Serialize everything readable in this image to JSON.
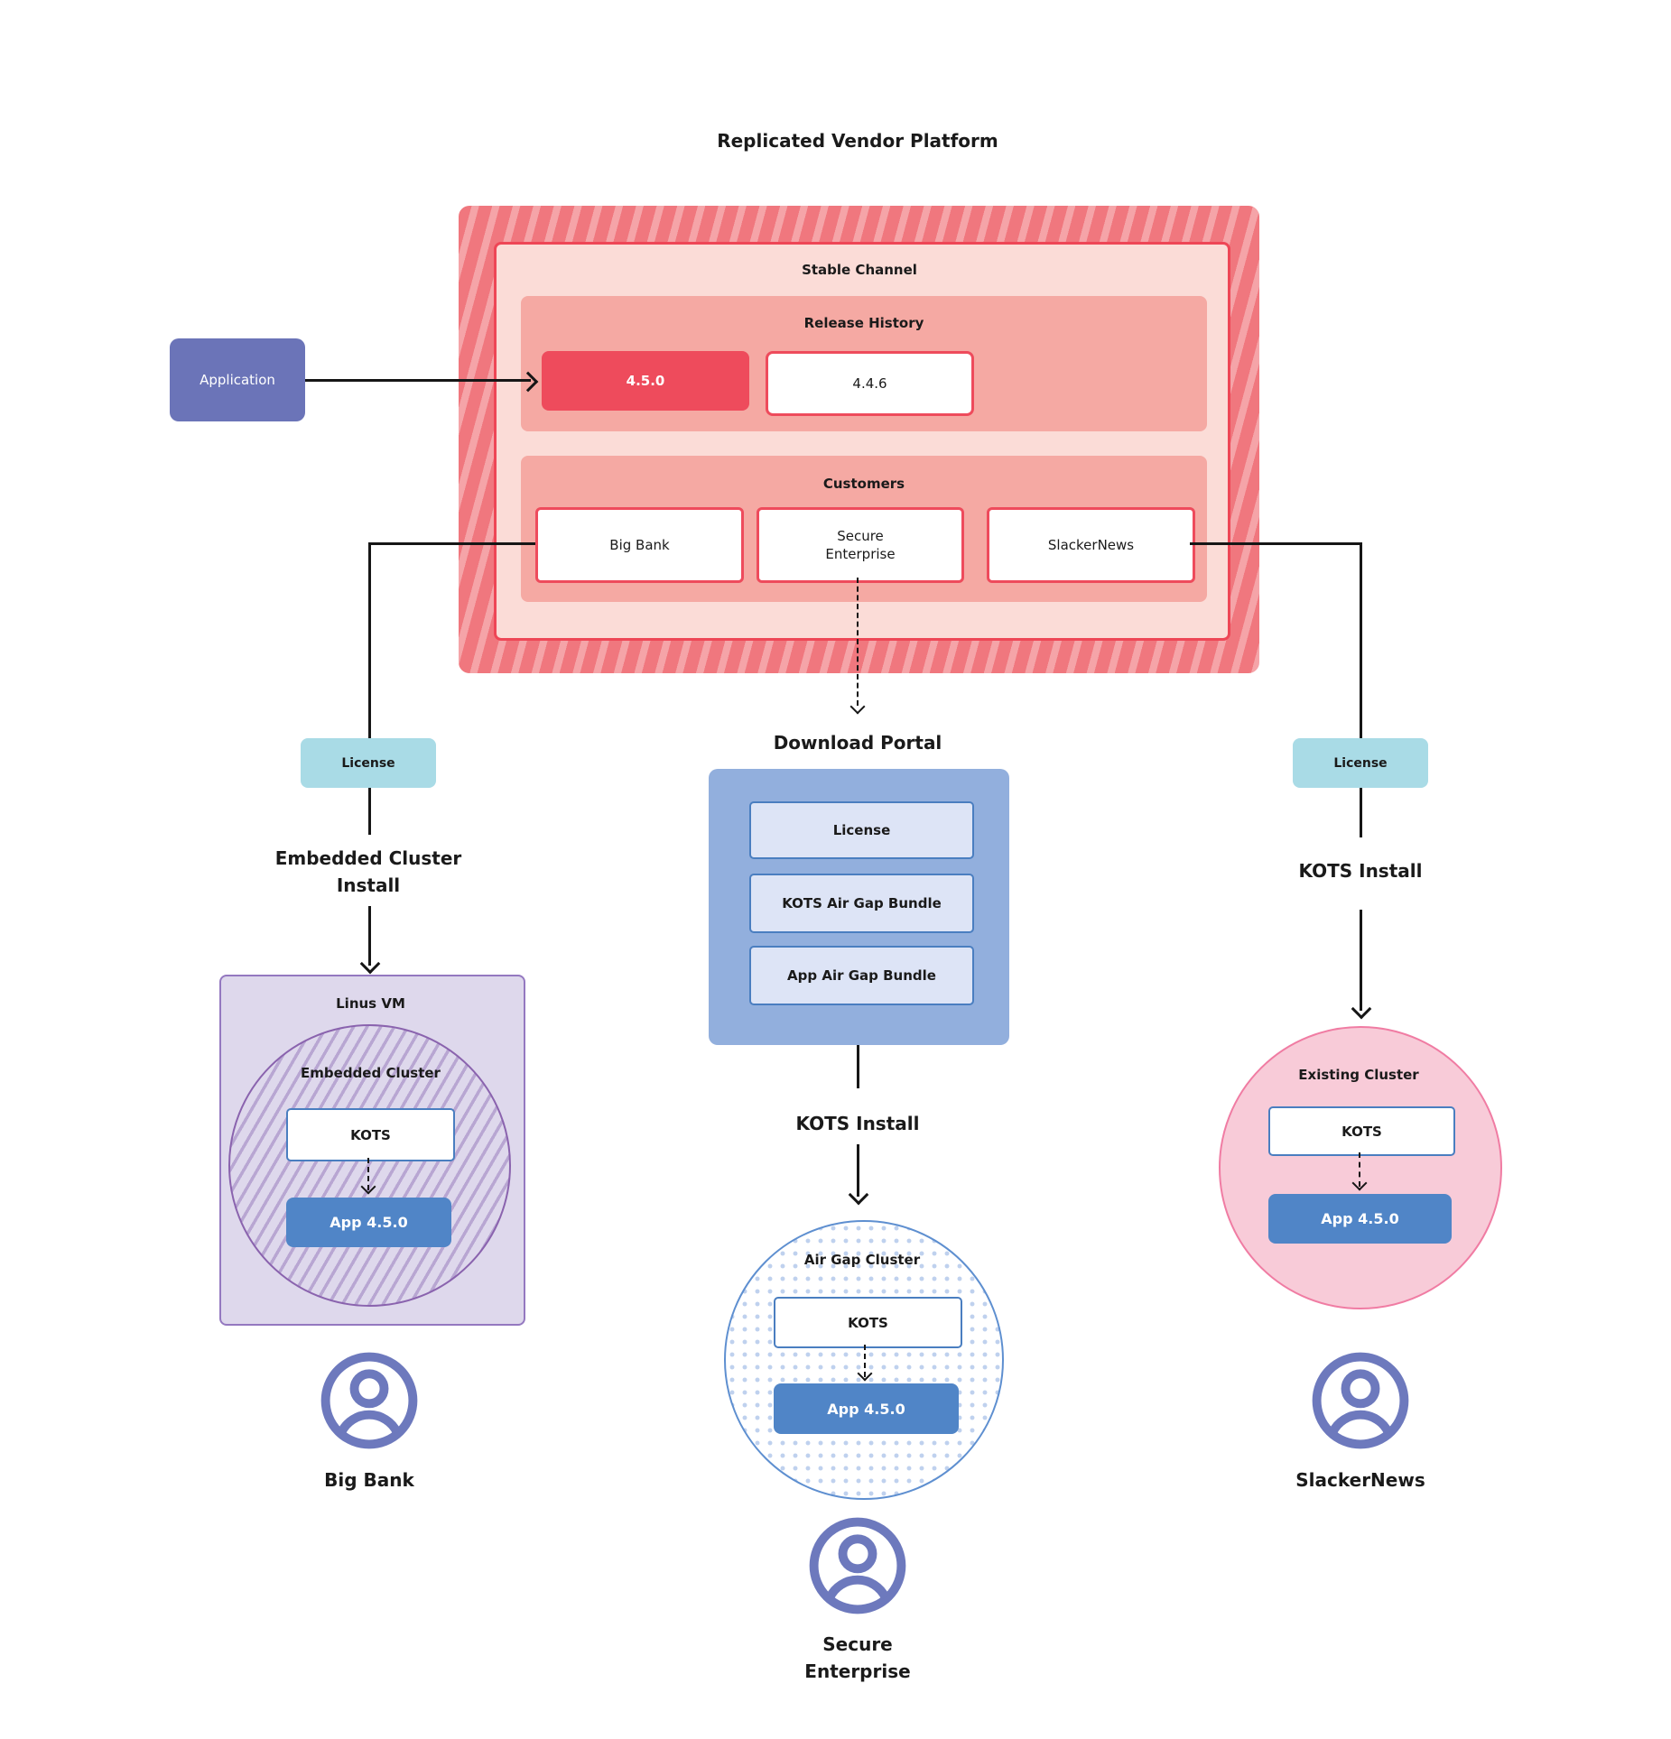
{
  "title": "Replicated Vendor Platform",
  "platform": {
    "stable_channel_label": "Stable Channel",
    "release_history": {
      "label": "Release History",
      "releases": [
        "4.5.0",
        "4.4.6"
      ]
    },
    "customers": {
      "label": "Customers",
      "items": [
        "Big Bank",
        "Secure Enterprise",
        "SlackerNews"
      ]
    }
  },
  "application_label": "Application",
  "download_portal": {
    "title": "Download Portal",
    "items": [
      "License",
      "KOTS Air Gap Bundle",
      "App Air Gap Bundle"
    ]
  },
  "flows": {
    "left": {
      "license": "License",
      "install": "Embedded Cluster Install",
      "vm_title": "Linus VM",
      "cluster_title": "Embedded Cluster",
      "kots": "KOTS",
      "app": "App 4.5.0",
      "user": "Big Bank"
    },
    "center": {
      "install": "KOTS Install",
      "cluster_title": "Air Gap Cluster",
      "kots": "KOTS",
      "app": "App 4.5.0",
      "user": "Secure Enterprise"
    },
    "right": {
      "license": "License",
      "install": "KOTS Install",
      "cluster_title": "Existing Cluster",
      "kots": "KOTS",
      "app": "App 4.5.0",
      "user": "SlackerNews"
    }
  },
  "colors": {
    "accent_red": "#ee4b5c",
    "stripe_red": "#f0777e",
    "panel_pink": "#fbdcd7",
    "panel_salmon": "#f5a9a3",
    "application_purple": "#6b74b8",
    "license_cyan": "#a9dbe6",
    "portal_blue": "#92afdd",
    "portal_item_blue": "#dde4f6",
    "kots_border_blue": "#4a7ec0",
    "app_blue": "#5085c7",
    "vm_lavender": "#ded8ec",
    "vm_border_purple": "#9478c0",
    "existing_pink": "#f8cbd8",
    "existing_border": "#f07ca3",
    "user_icon_purple": "#6d79bd"
  }
}
